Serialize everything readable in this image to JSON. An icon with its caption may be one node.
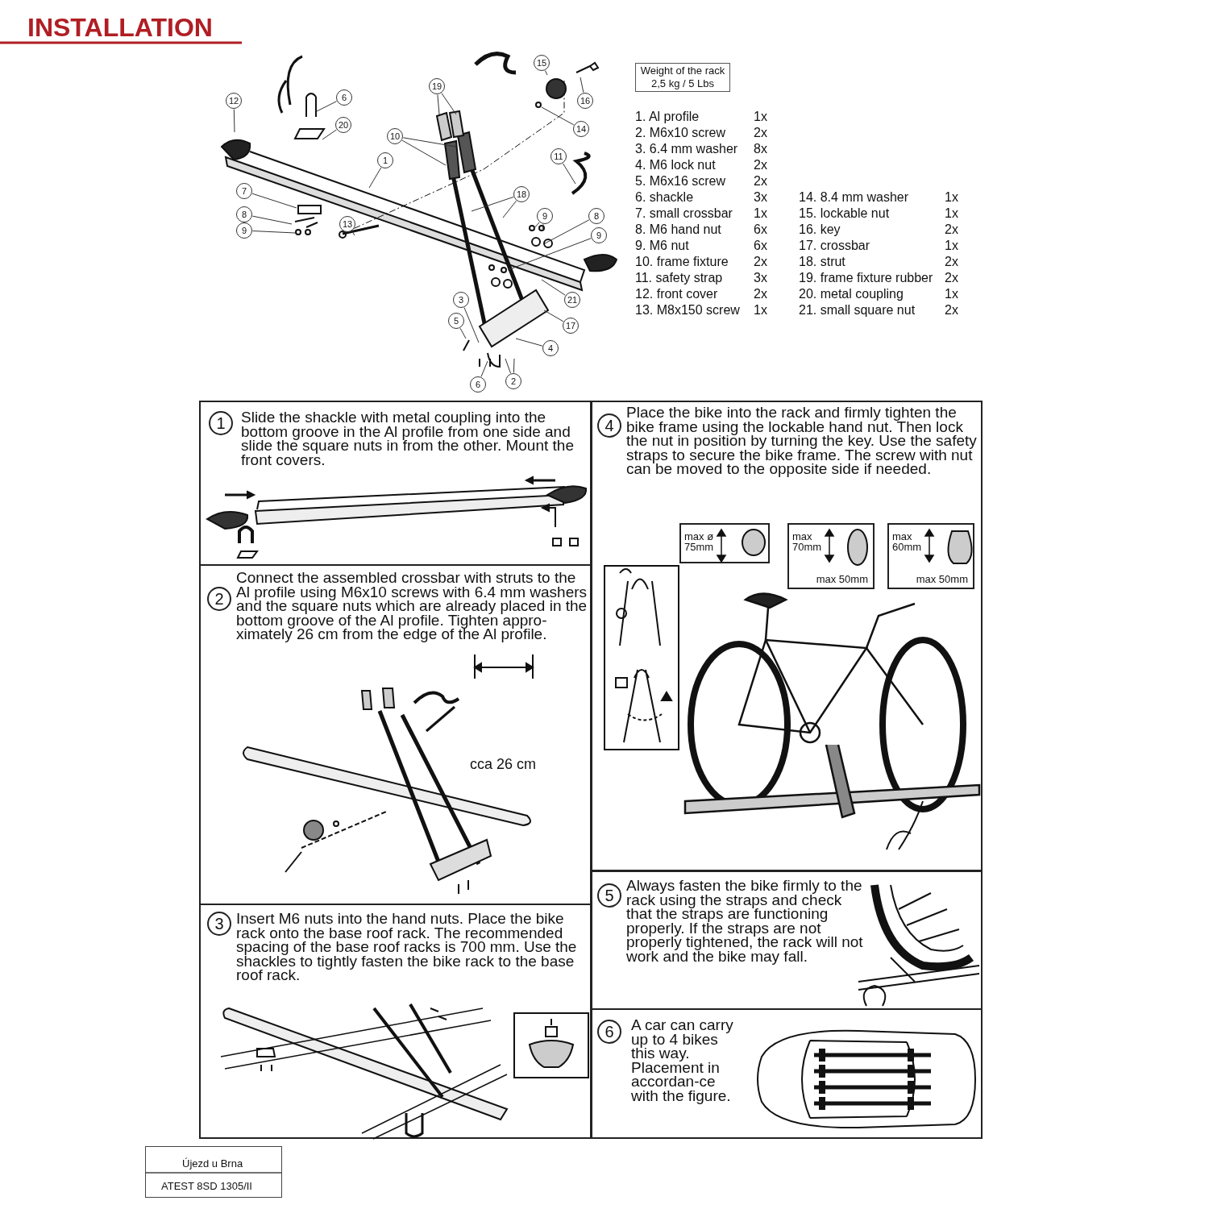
{
  "diagram": {
    "title": "INSTALLATION",
    "nodes": [
      {
        "text": [
          "12"
        ]
      },
      {
        "text": [
          "6"
        ]
      },
      {
        "text": [
          "20"
        ]
      },
      {
        "text": [
          "19"
        ]
      },
      {
        "text": [
          "15"
        ]
      },
      {
        "text": [
          "16"
        ]
      },
      {
        "text": [
          "14"
        ]
      },
      {
        "text": [
          "10"
        ]
      },
      {
        "text": [
          "1"
        ]
      },
      {
        "text": [
          "11"
        ]
      },
      {
        "text": [
          "18"
        ]
      },
      {
        "text": [
          "7"
        ]
      },
      {
        "text": [
          "8"
        ]
      },
      {
        "text": [
          "13"
        ]
      },
      {
        "text": [
          "9"
        ]
      },
      {
        "text": [
          "9"
        ]
      },
      {
        "text": [
          "8"
        ]
      },
      {
        "text": [
          "9"
        ]
      },
      {
        "text": [
          "3"
        ]
      },
      {
        "text": [
          "21"
        ]
      },
      {
        "text": [
          "5"
        ]
      },
      {
        "text": [
          "17"
        ]
      },
      {
        "text": [
          "4"
        ]
      },
      {
        "text": [
          "6"
        ]
      },
      {
        "text": [
          "2"
        ]
      },
      {
        "text": [
          "Weight of the rack 2,5 kg / 5 Lbs"
        ]
      },
      {
        "text": [
          "Slide the shackle with metal coupling into the bottom groove in the Al profile from one side and slide the square nuts in from the other. Mount the front covers."
        ]
      },
      {
        "text": [
          "1"
        ],
        "in": 26
      },
      {
        "text": [
          "Connect the assembled crossbar with struts to the Al profile using M6x10 screws with 6.4 mm washers and the square nuts which are already placed in the bottom groove of the Al profile. Tighten appro-ximately 26 cm from the edge of the Al profile."
        ]
      },
      {
        "text": [
          "2"
        ],
        "in": 28
      },
      {
        "text": [
          "Insert M6 nuts into the hand nuts. Place the bike rack onto the base roof rack. The recommended spacing of the base roof racks is 700 mm. Use the shackles to tightly fasten the bike rack to the base roof rack."
        ]
      },
      {
        "text": [
          "3"
        ],
        "in": 30
      },
      {
        "text": [
          "Place the bike into the rack and firmly tighten the bike frame using the lockable hand nut. Then lock the nut in position by turning the key. Use the safety straps to secure the bike frame. The screw with nut can be moved to the opposite side if needed."
        ]
      },
      {
        "text": [
          "4"
        ],
        "in": 32
      },
      {
        "text": [
          "max ø 75mm"
        ],
        "in": 32
      },
      {
        "text": [
          "max 70mm",
          "max 50mm"
        ],
        "in": 32
      },
      {
        "text": [
          "max 60mm",
          "max 50mm"
        ],
        "in": 32
      },
      {
        "text": [
          "Always fasten the bike firmly to the rack using the straps and check that the straps are functioning properly. If the straps are not properly tightened, the rack will not work and the bike may fall."
        ]
      },
      {
        "text": [
          "5"
        ],
        "in": 37
      },
      {
        "text": [
          "A car can carry up to 4 bikes this way. Placement in accordan-ce with the figure."
        ]
      },
      {
        "text": [
          "6"
        ],
        "in": 39
      }
    ],
    "edges": [
      {
        "from": 0,
        "to": null,
        "arrow": "none"
      },
      {
        "from": 1,
        "to": null,
        "arrow": "none"
      },
      {
        "from": 2,
        "to": null,
        "arrow": "none"
      },
      {
        "from": 3,
        "to": null,
        "arrow": "none"
      },
      {
        "from": 4,
        "to": null,
        "arrow": "none"
      },
      {
        "from": 5,
        "to": null,
        "arrow": "none"
      },
      {
        "from": 6,
        "to": null,
        "arrow": "none"
      },
      {
        "from": 7,
        "to": null,
        "arrow": "none"
      },
      {
        "from": 8,
        "to": null,
        "arrow": "none"
      },
      {
        "from": 9,
        "to": null,
        "arrow": "none"
      },
      {
        "from": 10,
        "to": null,
        "arrow": "none"
      },
      {
        "from": 11,
        "to": null,
        "arrow": "none"
      },
      {
        "from": 12,
        "to": null,
        "arrow": "none"
      },
      {
        "from": 13,
        "to": null,
        "arrow": "none"
      },
      {
        "from": 14,
        "to": null,
        "arrow": "none"
      },
      {
        "from": 15,
        "to": null,
        "arrow": "none"
      },
      {
        "from": 16,
        "to": null,
        "arrow": "none"
      },
      {
        "from": 17,
        "to": null,
        "arrow": "none"
      },
      {
        "from": 18,
        "to": null,
        "arrow": "none"
      },
      {
        "from": 19,
        "to": null,
        "arrow": "none"
      },
      {
        "from": 20,
        "to": null,
        "arrow": "none"
      },
      {
        "from": 21,
        "to": null,
        "arrow": "none"
      },
      {
        "from": 22,
        "to": null,
        "arrow": "none"
      },
      {
        "from": 23,
        "to": null,
        "arrow": "none"
      },
      {
        "from": 24,
        "to": null,
        "arrow": "none"
      }
    ],
    "labels": [
      "1. Al profile",
      "1x",
      "2. M6x10 screw",
      "2x",
      "3. 6.4 mm washer",
      "8x",
      "4. M6 lock nut",
      "2x",
      "5. M6x16 screw",
      "2x",
      "6. shackle",
      "3x",
      "14. 8.4 mm washer",
      "1x",
      "7. small crossbar",
      "1x",
      "15. lockable nut",
      "1x",
      "8. M6 hand nut",
      "6x",
      "16. key",
      "2x",
      "9. M6 nut",
      "6x",
      "17. crossbar",
      "1x",
      "10. frame fixture",
      "2x",
      "18. strut",
      "2x",
      "11. safety strap",
      "3x",
      "19. frame fixture rubber",
      "2x",
      "12. front cover",
      "2x",
      "20. metal coupling",
      "1x",
      "13. M8x150 screw",
      "1x",
      "21. small square nut",
      "2x",
      "cca 26 cm",
      "Újezd u Brna",
      "ATEST 8SD 1305/II"
    ]
  }
}
